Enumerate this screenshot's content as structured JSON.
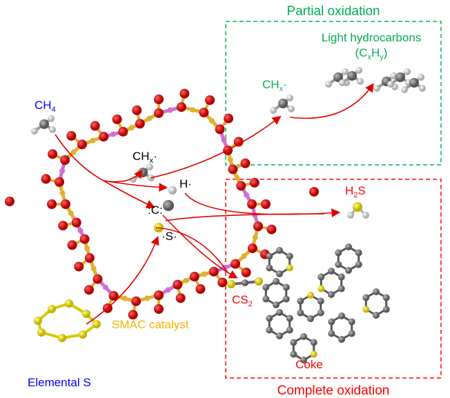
{
  "partial_box": {
    "title": "Partial oxidation",
    "light_hydrocarbons": "Light hydrocarbons",
    "cxhy": {
      "open": "(C",
      "x": "x",
      "h": "H",
      "y": "y",
      "close": ")"
    },
    "chx_radical": {
      "c": "CH",
      "x": "x",
      "dot": "·"
    }
  },
  "complete_box": {
    "title": "Complete oxidation",
    "h2s": {
      "h": "H",
      "sub": "2",
      "s": "S"
    },
    "coke": "Coke"
  },
  "labels": {
    "ch4": {
      "c": "CH",
      "sub": "4"
    },
    "inner_chx": {
      "c": "CH",
      "x": "x",
      "dot": "·"
    },
    "h_radical": "H·",
    "c_radical": ":C:",
    "s_radical": "·S·",
    "cs2": {
      "c": "CS",
      "sub": "2"
    },
    "catalyst": "SMAC catalyst",
    "elemental_s": "Elemental S"
  },
  "colors": {
    "green": "#00b050",
    "red": "#ff0000",
    "blue": "#0000ff",
    "gold": "#f0b400",
    "oxygen": "#e00000",
    "silicon": "#d070d0",
    "sulfur_atom": "#e8e000",
    "carbon_atom": "#707070"
  }
}
